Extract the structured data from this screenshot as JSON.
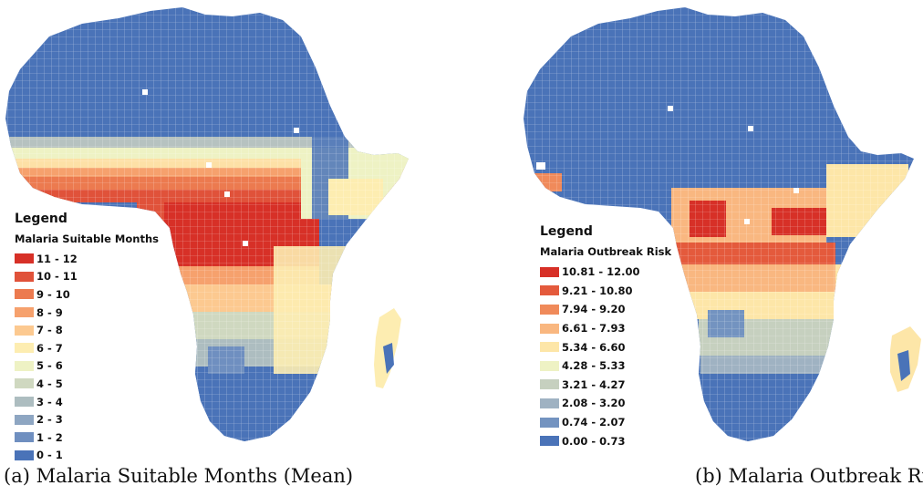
{
  "figure": {
    "panels": [
      {
        "id": "a",
        "caption": "(a) Malaria Suitable Months (Mean)",
        "legend_title": "Legend",
        "legend_subtitle": "Malaria Suitable Months",
        "classes": [
          {
            "label": "11 - 12",
            "color": "#d73027"
          },
          {
            "label": "10 - 11",
            "color": "#e0523a"
          },
          {
            "label": "9 - 10",
            "color": "#ec7a4f"
          },
          {
            "label": "8 - 9",
            "color": "#f6a16d"
          },
          {
            "label": "7 - 8",
            "color": "#fcc990"
          },
          {
            "label": "6 - 7",
            "color": "#fdedb1"
          },
          {
            "label": "5 - 6",
            "color": "#eef2c4"
          },
          {
            "label": "4 - 5",
            "color": "#cfd8c0"
          },
          {
            "label": "3 - 4",
            "color": "#adbdc0"
          },
          {
            "label": "2 - 3",
            "color": "#8ea6c2"
          },
          {
            "label": "1 - 2",
            "color": "#6f8fc0"
          },
          {
            "label": "0 - 1",
            "color": "#4a73b8"
          }
        ]
      },
      {
        "id": "b",
        "caption": "(b) Malaria Outbreak Risk",
        "legend_title": "Legend",
        "legend_subtitle": "Malaria Outbreak Risk",
        "classes": [
          {
            "label": "10.81 - 12.00",
            "color": "#d73027"
          },
          {
            "label": "9.21 - 10.80",
            "color": "#e45a3c"
          },
          {
            "label": "7.94 - 9.20",
            "color": "#f08a5a"
          },
          {
            "label": "6.61 - 7.93",
            "color": "#f9b780"
          },
          {
            "label": "5.34 - 6.60",
            "color": "#fde6a8"
          },
          {
            "label": "4.28 - 5.33",
            "color": "#eef2c4"
          },
          {
            "label": "3.21 - 4.27",
            "color": "#c6d0bf"
          },
          {
            "label": "2.08 - 3.20",
            "color": "#9fb2c2"
          },
          {
            "label": "0.74 - 2.07",
            "color": "#7393c0"
          },
          {
            "label": "0.00 - 0.73",
            "color": "#4a73b8"
          }
        ]
      }
    ]
  }
}
